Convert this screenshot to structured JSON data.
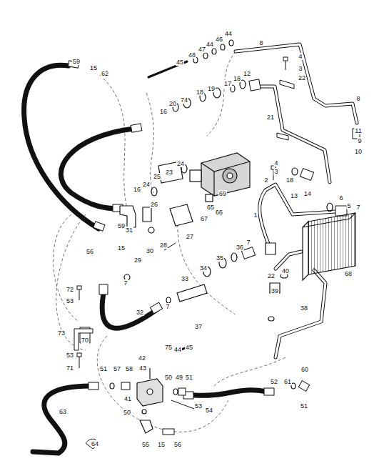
{
  "diagram": {
    "labels": [
      "59",
      "15",
      "62",
      "45",
      "48",
      "47",
      "44",
      "46",
      "44",
      "8",
      "4",
      "3",
      "22",
      "12",
      "18",
      "17",
      "19",
      "18",
      "74",
      "20",
      "16",
      "8",
      "21",
      "11",
      "9",
      "10",
      "4",
      "3",
      "2",
      "24",
      "23",
      "25",
      "24",
      "16",
      "18",
      "13",
      "14",
      "69",
      "6",
      "5",
      "7",
      "26",
      "65",
      "66",
      "67",
      "1",
      "59",
      "31",
      "15",
      "56",
      "29",
      "27",
      "28",
      "30",
      "7",
      "36",
      "35",
      "34",
      "7",
      "40",
      "22",
      "39",
      "68",
      "33",
      "7",
      "32",
      "37",
      "72",
      "53",
      "38",
      "73",
      "70",
      "53",
      "71",
      "42",
      "75",
      "44",
      "45",
      "43",
      "51",
      "57",
      "58",
      "50",
      "49",
      "51",
      "41",
      "50",
      "53",
      "54",
      "52",
      "61",
      "60",
      "51",
      "63",
      "64",
      "55",
      "15",
      "56"
    ]
  }
}
